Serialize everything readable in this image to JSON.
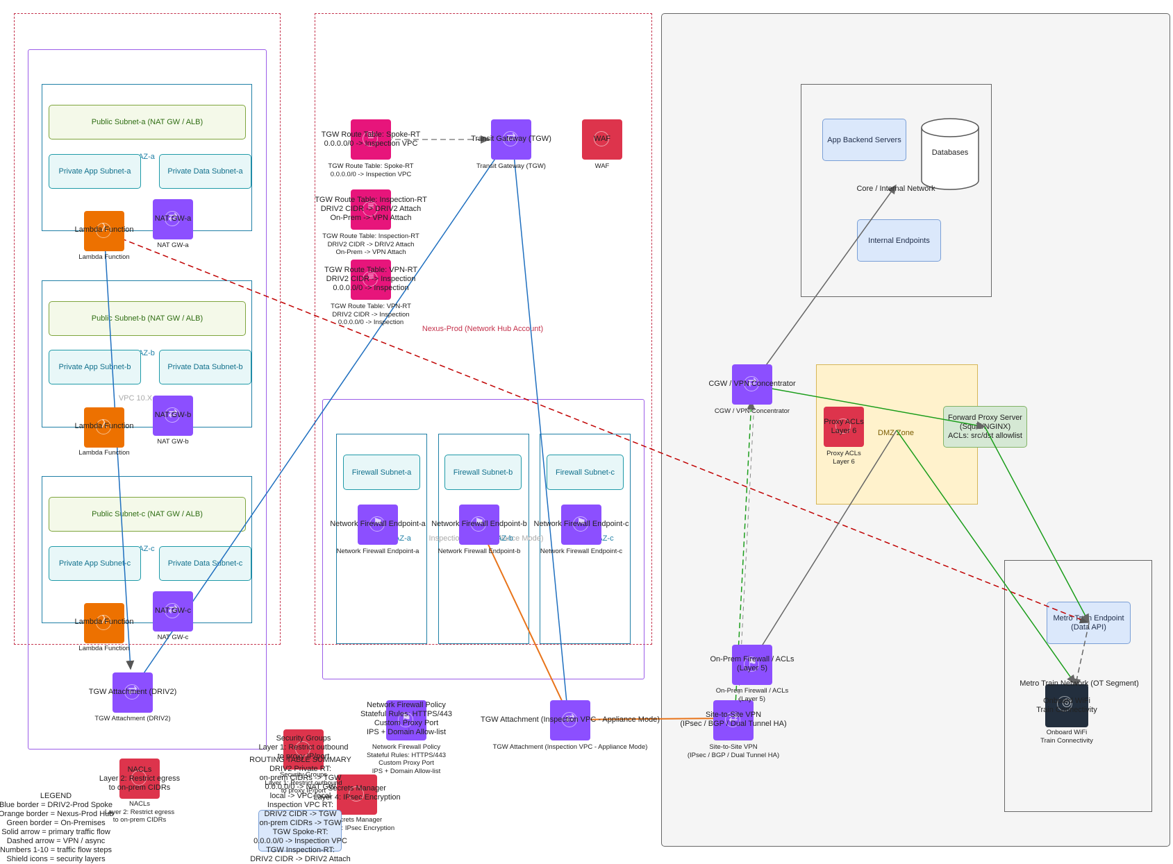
{
  "colors": {
    "drive_border": "#8c4fff",
    "az_border": "#1f7fa6",
    "nexus_border": "#c4314b",
    "onprem_bg": "#f5f5f5",
    "dmz_bg": "#fff2cc",
    "flow_blue": "#1f6fbf",
    "flow_red": "#c00000",
    "flow_green": "#1a9d1a",
    "flow_orange": "#e8741a",
    "flow_gray": "#666666"
  },
  "drive": {
    "vpc_label": "VPC 10.X",
    "az_a": {
      "label": "AZ-a",
      "public": "Public Subnet-a (NAT GW / ALB)",
      "app": "Private App Subnet-a",
      "data": "Private Data Subnet-a",
      "lambda": "Lambda Function",
      "nat": "NAT GW-a"
    },
    "az_b": {
      "label": "AZ-b",
      "public": "Public Subnet-b (NAT GW / ALB)",
      "app": "Private App Subnet-b",
      "data": "Private Data Subnet-b",
      "lambda": "Lambda Function",
      "nat": "NAT GW-b"
    },
    "az_c": {
      "label": "AZ-c",
      "public": "Public Subnet-c (NAT GW / ALB)",
      "app": "Private App Subnet-c",
      "data": "Private Data Subnet-c",
      "lambda": "Lambda Function",
      "nat": "NAT GW-c"
    },
    "tgw_attach": "TGW Attachment (DRIV2)",
    "nacls_overlay": "NACLs\nLayer 2: Restrict egress\nto on-prem CIDRs",
    "nacls_label": "NACLs\nLayer 2: Restrict egress\nto on-prem CIDRs"
  },
  "nexus": {
    "title": "Nexus-Prod (Network Hub Account)",
    "spoke_rt_overlay": "TGW Route Table: Spoke-RT\n0.0.0.0/0 -> Inspection VPC",
    "spoke_rt_label": "TGW Route Table: Spoke-RT\n0.0.0.0/0 -> Inspection VPC",
    "insp_rt_overlay": "TGW Route Table: Inspection-RT\nDRIV2 CIDR -> DRIV2 Attach\nOn-Prem -> VPN Attach",
    "insp_rt_label": "TGW Route Table: Inspection-RT\nDRIV2 CIDR -> DRIV2 Attach\nOn-Prem -> VPN Attach",
    "vpn_rt_overlay": "TGW Route Table: VPN-RT\nDRIV2 CIDR -> Inspection\n0.0.0.0/0 -> Inspection",
    "vpn_rt_label": "TGW Route Table: VPN-RT\nDRIV2 CIDR -> Inspection\n0.0.0.0/0 -> Inspection",
    "tgw_overlay": "Transit Gateway (TGW)",
    "tgw_label": "Transit Gateway (TGW)",
    "waf_overlay": "WAF",
    "waf_label": "WAF",
    "inspection_vpc_label": "Inspection VPC (Appliance Mode)",
    "fw_a": {
      "az": "AZ-a",
      "subnet": "Firewall Subnet-a",
      "endpoint": "Network Firewall Endpoint-a"
    },
    "fw_b": {
      "az": "AZ-b",
      "subnet": "Firewall Subnet-b",
      "endpoint": "Network Firewall Endpoint-b"
    },
    "fw_c": {
      "az": "AZ-c",
      "subnet": "Firewall Subnet-c",
      "endpoint": "Network Firewall Endpoint-c"
    },
    "tgw_insp_overlay": "TGW Attachment (Inspection VPC - Appliance Mode)",
    "tgw_insp_label": "TGW Attachment (Inspection VPC - Appliance Mode)",
    "nfw_policy_overlay": "Network Firewall Policy\nStateful Rules: HTTPS/443\nCustom Proxy Port\nIPS + Domain Allow-list",
    "nfw_policy_label": "Network Firewall Policy\nStateful Rules: HTTPS/443\nCustom Proxy Port\nIPS + Domain Allow-list",
    "sg_overlay": "Security Groups\nLayer 1: Restrict outbound\nto proxy IP/port",
    "sg_label": "Security Groups\nLayer 1: Restrict outbound\nto proxy IP/port",
    "secrets_overlay": "Secrets Manager\nLayer 4: IPsec Encryption",
    "secrets_label": "Secrets Manager\nLayer 4: IPsec Encryption"
  },
  "routing_summary": "ROUTING TABLE SUMMARY\nDRIV2 Private RT:\non-prem CIDRs -> TGW\n0.0.0.0/0 -> NAT GW\nlocal -> VPC-local\nInspection VPC RT:\nDRIV2 CIDR -> TGW\non-prem CIDRs -> TGW\nTGW Spoke-RT:\n0.0.0.0/0 -> Inspection VPC\nTGW Inspection-RT:\nDRIV2 CIDR -> DRIV2 Attach",
  "legend": "LEGEND\nBlue border = DRIV2-Prod Spoke\nOrange border = Nexus-Prod Hub\nGreen border = On-Premises\nSolid arrow = primary traffic flow\nDashed arrow = VPN / async\nNumbers 1-10 = traffic flow steps\nShield icons = security layers",
  "onprem": {
    "core_label": "Core / Internal Network",
    "app_backend": "App Backend Servers",
    "databases": "Databases",
    "internal_endpoints": "Internal Endpoints",
    "cgw_overlay": "CGW / VPN Concentrator",
    "cgw_label": "CGW / VPN Concentrator",
    "dmz_label": "DMZ Zone",
    "proxy_acls_overlay": "Proxy ACLs\nLayer 6",
    "proxy_acls_label": "Proxy ACLs\nLayer 6",
    "forward_proxy": "Forward Proxy Server\n(Squid/NGINX)\nACLs: src/dst allowlist",
    "onprem_fw_overlay": "On-Prem Firewall / ACLs\n(Layer 5)",
    "onprem_fw_label": "On-Prem Firewall / ACLs\n(Layer 5)",
    "s2s_overlay": "Site-to-Site VPN\n(IPsec / BGP / Dual Tunnel HA)",
    "s2s_label": "Site-to-Site VPN\n(IPsec / BGP / Dual Tunnel HA)",
    "metro_network_label": "Metro Train Network (OT Segment)",
    "metro_endpoint": "Metro Train Endpoint\n(Data API)",
    "wifi_overlay": "Onboard WiFi\nTrain Connectivity",
    "wifi_label": "Onboard WiFi\nTrain Connectivity"
  }
}
